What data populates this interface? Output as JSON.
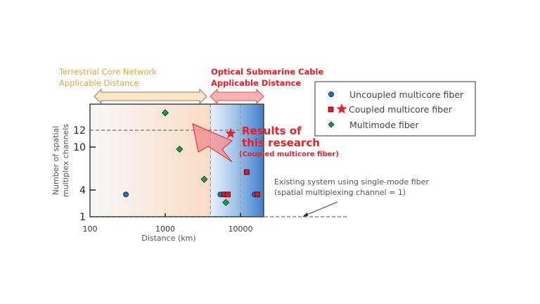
{
  "chart_data": {
    "type": "scatter",
    "title": "",
    "xlabel": "Distance (km)",
    "ylabel": "Number of spatial multiplex channels",
    "xscale": "log",
    "xlim": [
      100,
      20000
    ],
    "ylim": [
      1,
      15
    ],
    "xticks": [
      {
        "value": 100,
        "label": "100"
      },
      {
        "value": 1000,
        "label": "1000"
      },
      {
        "value": 10000,
        "label": "10000"
      }
    ],
    "yticks": [
      {
        "value": 1,
        "label": "1"
      },
      {
        "value": 4,
        "label": "4"
      },
      {
        "value": 10,
        "label": "10"
      },
      {
        "value": 12,
        "label": "12"
      }
    ],
    "grid": false,
    "legend_position": "top-right",
    "legend": [
      {
        "key": "uncoupled",
        "label": "Uncoupled multicore fiber",
        "marker": "circle",
        "color": "#1f6fb4"
      },
      {
        "key": "coupled",
        "label": "Coupled multicore fiber",
        "marker": "square+star",
        "color": "#e8141b"
      },
      {
        "key": "multimode",
        "label": "Multimode fiber",
        "marker": "diamond",
        "color": "#1e9a4a"
      }
    ],
    "series": [
      {
        "name": "Uncoupled multicore fiber",
        "marker": "circle",
        "color": "#1f6fb4",
        "points": [
          {
            "x": 300,
            "y": 3.5
          },
          {
            "x": 5400,
            "y": 3.5
          },
          {
            "x": 15400,
            "y": 3.5
          }
        ]
      },
      {
        "name": "Coupled multicore fiber",
        "marker": "square",
        "color": "#e8141b",
        "points": [
          {
            "x": 6100,
            "y": 3.5
          },
          {
            "x": 6800,
            "y": 3.5
          },
          {
            "x": 12100,
            "y": 6.5
          },
          {
            "x": 16800,
            "y": 3.5
          }
        ]
      },
      {
        "name": "Multimode fiber",
        "marker": "diamond",
        "color": "#1e9a4a",
        "points": [
          {
            "x": 1000,
            "y": 14
          },
          {
            "x": 1550,
            "y": 9.7
          },
          {
            "x": 3300,
            "y": 5.5
          },
          {
            "x": 6400,
            "y": 2.6
          }
        ]
      },
      {
        "name": "Results of this research (Coupled multicore fiber)",
        "marker": "star",
        "color": "#ee1c25",
        "points": [
          {
            "x": 7400,
            "y": 11.6
          }
        ]
      }
    ],
    "reference_lines": [
      {
        "orientation": "horizontal",
        "value": 12,
        "style": "dashed"
      },
      {
        "orientation": "horizontal",
        "value": 1,
        "style": "dashed",
        "extends_beyond_plot": true
      },
      {
        "orientation": "vertical",
        "value": 4000,
        "style": "dashed"
      },
      {
        "orientation": "vertical",
        "value": 10000,
        "style": "dashed"
      }
    ],
    "regions": [
      {
        "name": "Terrestrial Core Network Applicable Distance",
        "from": 100,
        "to": 4000,
        "color": "#f6d6b8"
      },
      {
        "name": "Optical Submarine Cable Applicable Distance",
        "from": 4000,
        "to": 20000,
        "color": "#3f7fca"
      }
    ],
    "annotations": {
      "terrestrial_line1": "Terrestrial Core Network",
      "terrestrial_line2": "Applicable Distance",
      "submarine_line1": "Optical Submarine Cable",
      "submarine_line2": "Applicable Distance",
      "results_line1": "Results of",
      "results_line2": "this research",
      "results_line3": "(Coupled multicore fiber)",
      "existing_line1": "Existing system using single-mode fiber",
      "existing_line2": "(spatial multiplexing channel = 1)"
    },
    "ylabel_line1": "Number of spatial",
    "ylabel_line2": "multiplex channels"
  }
}
